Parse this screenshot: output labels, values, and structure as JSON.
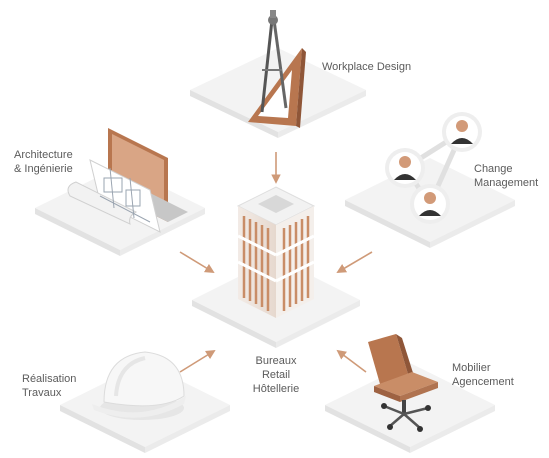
{
  "colors": {
    "accent": "#c98d67",
    "arrow": "#cf9a78",
    "platform_top": "#f4f4f4",
    "platform_side": "#e4e4e4",
    "text": "#5b5b5b"
  },
  "nodes": {
    "workplace_design": {
      "label": "Workplace Design",
      "icon": "drafting-compass-icon"
    },
    "architecture": {
      "line1": "Architecture",
      "line2": "& Ingénierie",
      "icon": "blueprint-laptop-icon"
    },
    "change_management": {
      "line1": "Change",
      "line2": "Management",
      "icon": "people-network-icon"
    },
    "realisation": {
      "line1": "Réalisation",
      "line2": "Travaux",
      "icon": "hard-hat-icon"
    },
    "mobilier": {
      "line1": "Mobilier",
      "line2": "Agencement",
      "icon": "office-chair-icon"
    },
    "center": {
      "line1": "Bureaux",
      "line2": "Retail",
      "line3": "Hôtellerie",
      "icon": "office-building-icon"
    }
  }
}
